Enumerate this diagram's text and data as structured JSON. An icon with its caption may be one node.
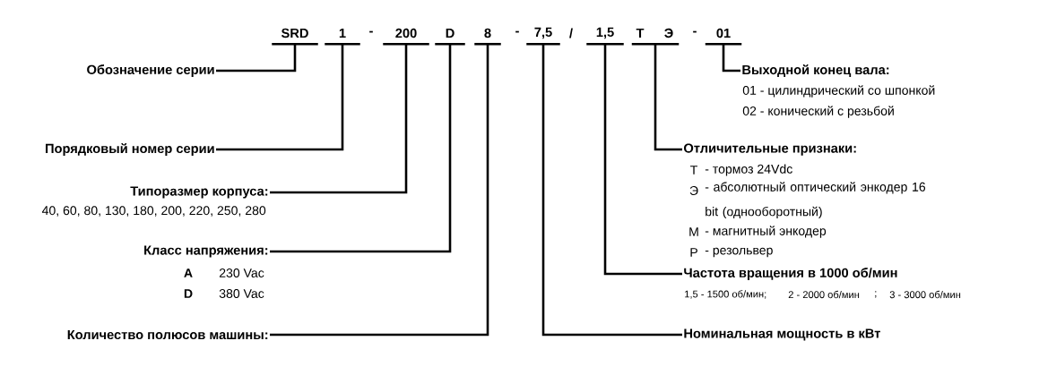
{
  "diagram": {
    "nodes": [
      {
        "text": [
          "SRD"
        ]
      },
      {
        "text": [
          "1"
        ]
      },
      {
        "text": [
          "200"
        ]
      },
      {
        "text": [
          "D"
        ]
      },
      {
        "text": [
          "8"
        ]
      },
      {
        "text": [
          "7,5"
        ]
      },
      {
        "text": [
          "1,5"
        ]
      },
      {
        "text": [
          "Т",
          "Э"
        ]
      },
      {
        "text": [
          "01"
        ]
      },
      {
        "text": [
          "Обозначение серии"
        ]
      },
      {
        "text": [
          "Порядковый номер серии"
        ]
      },
      {
        "text": [
          "Типоразмер корпуса:"
        ],
        "beside": [
          "40, 60, 80, 130, 180, 200, 220, 250, 280"
        ]
      },
      {
        "text": [
          "Класс напряжения:"
        ],
        "beside": [
          "A",
          "230 Vac",
          "D",
          "380 Vac"
        ]
      },
      {
        "text": [
          "Количество полюсов машины:"
        ]
      },
      {
        "text": [
          "Выходной конец вала:"
        ],
        "beside": [
          "01 - цилиндрический со шпонкой",
          "02 - конический с резьбой"
        ]
      },
      {
        "text": [
          "Отличительные признаки:"
        ],
        "beside": [
          "Т",
          "- тормоз 24Vdc",
          "Э",
          "- абсолютный оптический энкодер 16 bit (однооборотный)",
          "М",
          "- магнитный энкодер",
          "Р",
          "- резольвер"
        ]
      },
      {
        "text": [
          "Частота вращения в 1000 об/мин"
        ],
        "beside": [
          "1,5 - 1500 об/мин;",
          "2 - 2000 об/мин",
          ";",
          "3 - 3000 об/мин"
        ]
      },
      {
        "text": [
          "Номинальная мощность в кВт"
        ]
      }
    ],
    "edges": [
      {
        "from": 0,
        "to": 9,
        "arrow": "none"
      },
      {
        "from": 1,
        "to": 10,
        "arrow": "none"
      },
      {
        "from": 2,
        "to": 11,
        "arrow": "none"
      },
      {
        "from": 3,
        "to": 12,
        "arrow": "none"
      },
      {
        "from": 4,
        "to": 13,
        "arrow": "none"
      },
      {
        "from": 8,
        "to": 14,
        "arrow": "none"
      },
      {
        "from": 7,
        "to": 15,
        "arrow": "none"
      },
      {
        "from": 6,
        "to": 16,
        "arrow": "none"
      },
      {
        "from": 5,
        "to": 17,
        "arrow": "none"
      }
    ],
    "labels": [
      "-",
      "-",
      "/",
      "-"
    ]
  }
}
